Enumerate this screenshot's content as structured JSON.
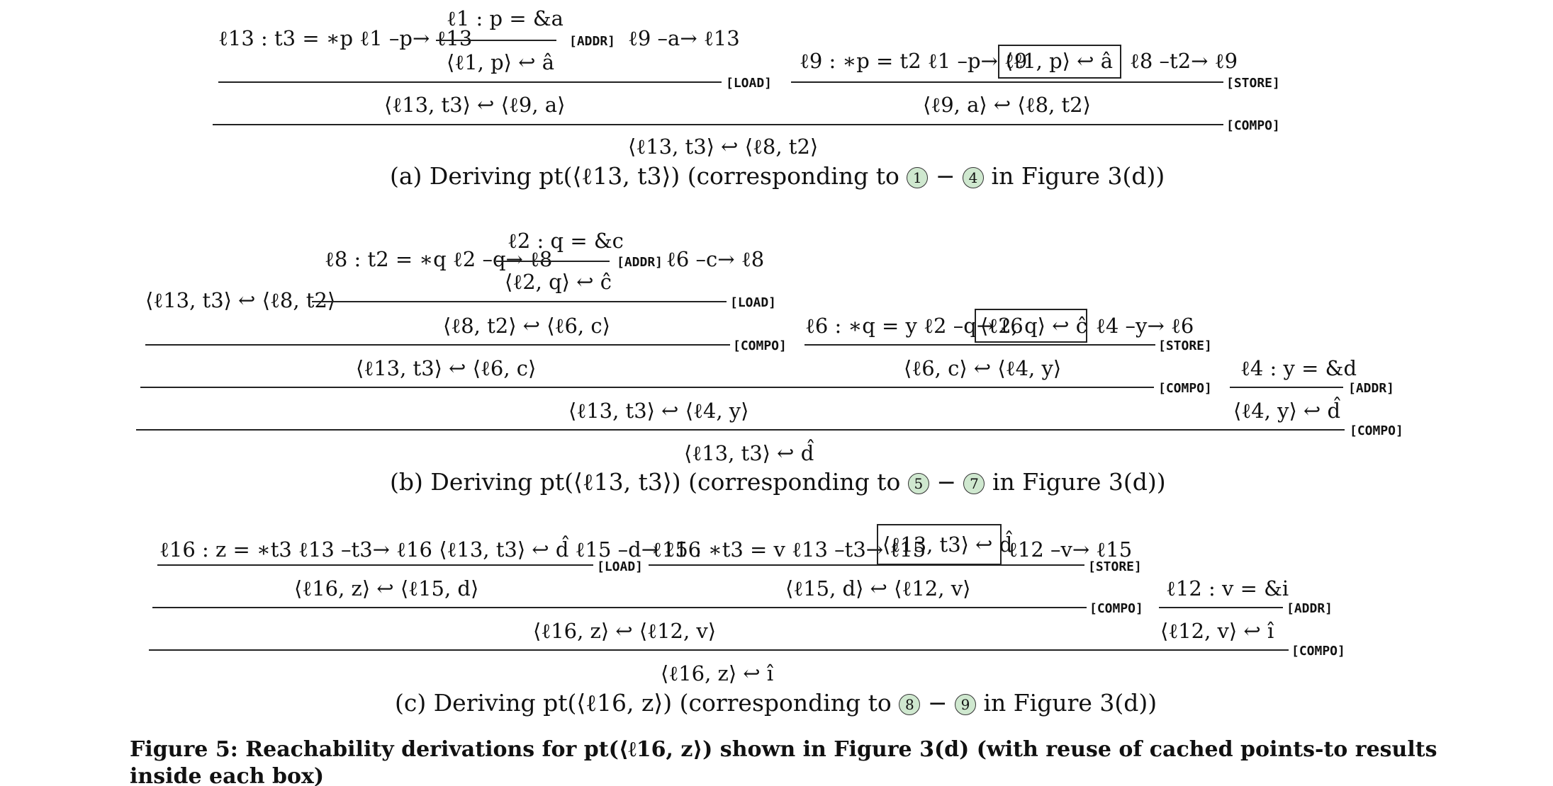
{
  "figure": {
    "caption_line1": "Figure 5: Reachability derivations for pt(⟨ℓ16, z⟩) shown in Figure 3(d) (with reuse of cached points-to results",
    "caption_line2": "inside each box)",
    "rules": {
      "addr": "[ADDR]",
      "load": "[LOAD]",
      "store": "[STORE]",
      "compo": "[COMPO]"
    },
    "a": {
      "caption_pre": "(a) Deriving pt(⟨ℓ13, t3⟩) (corresponding to",
      "step_start": "1",
      "caption_dash": "−",
      "step_end": "4",
      "caption_post": "in Figure 3(d))",
      "load_premise_stmt": "ℓ13 : t3 = ∗p  ℓ1 –p→ ℓ13",
      "addr_premise": "ℓ1 : p = &a",
      "addr_conclusion": "⟨ℓ1, p⟩ ↩ â",
      "load_premise_flow": "ℓ9 –a→ ℓ13",
      "load_conclusion": "⟨ℓ13, t3⟩ ↩ ⟨ℓ9, a⟩",
      "store_premise_stmt": "ℓ9 : ∗p = t2  ℓ1 –p→ ℓ9",
      "store_boxed": "⟨ℓ1, p⟩ ↩ â",
      "store_premise_flow": "ℓ8 –t2→ ℓ9",
      "store_conclusion": "⟨ℓ9, a⟩ ↩ ⟨ℓ8, t2⟩",
      "final": "⟨ℓ13, t3⟩ ↩ ⟨ℓ8, t2⟩"
    },
    "b": {
      "caption_pre": "(b) Deriving pt(⟨ℓ13, t3⟩) (corresponding to",
      "step_start": "5",
      "caption_dash": "−",
      "step_end": "7",
      "caption_post": "in Figure 3(d))",
      "load_premise_stmt": "ℓ8 : t2 = ∗q  ℓ2 –q→ ℓ8",
      "addr_premise": "ℓ2 : q = &c",
      "addr_conclusion": "⟨ℓ2, q⟩ ↩ ĉ",
      "load_premise_flow": "ℓ6 –c→ ℓ8",
      "compo1_left": "⟨ℓ13, t3⟩ ↩ ⟨ℓ8, t2⟩",
      "load_conclusion": "⟨ℓ8, t2⟩ ↩ ⟨ℓ6, c⟩",
      "store_premise_stmt": "ℓ6 : ∗q = y  ℓ2 –q→ ℓ6",
      "store_boxed": "⟨ℓ2, q⟩ ↩ ĉ",
      "store_premise_flow": "ℓ4 –y→ ℓ6",
      "compo1_conclusion": "⟨ℓ13, t3⟩ ↩ ⟨ℓ6, c⟩",
      "store_conclusion": "⟨ℓ6, c⟩ ↩ ⟨ℓ4, y⟩",
      "addr2_premise": "ℓ4 : y = &d",
      "compo2_conclusion": "⟨ℓ13, t3⟩ ↩ ⟨ℓ4, y⟩",
      "addr2_conclusion": "⟨ℓ4, y⟩ ↩ d̂",
      "final": "⟨ℓ13, t3⟩ ↩ d̂"
    },
    "c": {
      "caption_pre": "(c) Deriving pt(⟨ℓ16, z⟩) (corresponding to",
      "step_start": "8",
      "caption_dash": "−",
      "step_end": "9",
      "caption_post": "in Figure 3(d))",
      "load_premise": "ℓ16 : z = ∗t3  ℓ13 –t3→ ℓ16  ⟨ℓ13, t3⟩ ↩ d̂  ℓ15 –d→ ℓ16",
      "store_premise_stmt": "ℓ15 : ∗t3 = v  ℓ13 –t3→ ℓ15",
      "store_boxed": "⟨ℓ13, t3⟩ ↩ d̂",
      "store_premise_flow": "ℓ12 –v→ ℓ15",
      "load_conclusion": "⟨ℓ16, z⟩ ↩ ⟨ℓ15, d⟩",
      "store_conclusion": "⟨ℓ15, d⟩ ↩ ⟨ℓ12, v⟩",
      "addr_premise": "ℓ12 : v = &i",
      "compo1_conclusion": "⟨ℓ16, z⟩ ↩ ⟨ℓ12, v⟩",
      "addr_conclusion": "⟨ℓ12, v⟩ ↩ î",
      "final": "⟨ℓ16, z⟩ ↩ î"
    }
  }
}
